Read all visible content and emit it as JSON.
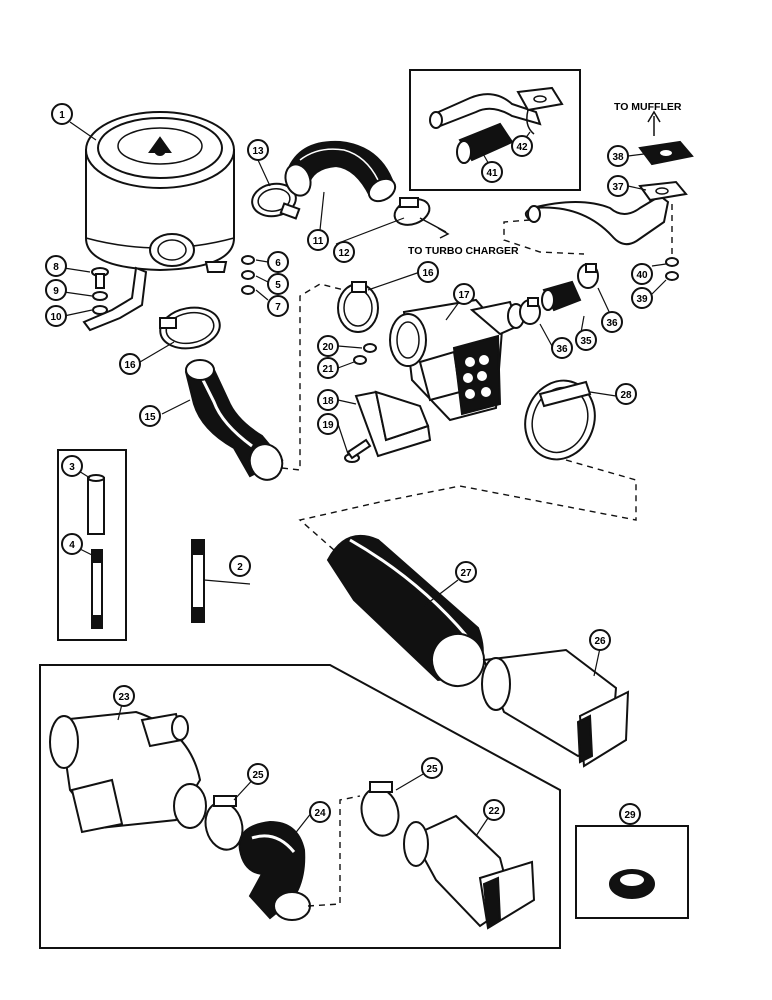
{
  "colors": {
    "ink": "#111111",
    "paper": "#ffffff"
  },
  "labels": {
    "to_muffler": "TO MUFFLER",
    "to_turbo_charger": "TO TURBO CHARGER"
  },
  "callouts": {
    "c1": "1",
    "c2": "2",
    "c3": "3",
    "c4": "4",
    "c5": "5",
    "c6": "6",
    "c7": "7",
    "c8": "8",
    "c9": "9",
    "c10": "10",
    "c11": "11",
    "c12": "12",
    "c13": "13",
    "c15": "15",
    "c16a": "16",
    "c16b": "16",
    "c17": "17",
    "c18": "18",
    "c19": "19",
    "c20": "20",
    "c21": "21",
    "c22": "22",
    "c23": "23",
    "c24": "24",
    "c25a": "25",
    "c25b": "25",
    "c26": "26",
    "c27": "27",
    "c28": "28",
    "c29": "29",
    "c35": "35",
    "c36a": "36",
    "c36b": "36",
    "c37": "37",
    "c38": "38",
    "c39": "39",
    "c40": "40",
    "c41": "41",
    "c42": "42"
  }
}
